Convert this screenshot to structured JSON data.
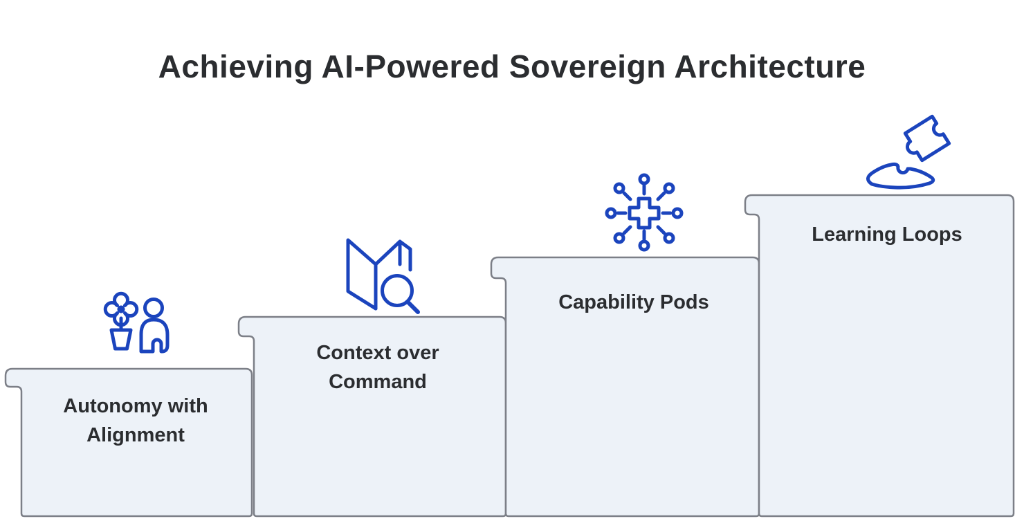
{
  "title": "Achieving AI-Powered Sovereign Architecture",
  "steps": [
    {
      "label": "Autonomy with Alignment",
      "icon": "flower-person-icon"
    },
    {
      "label": "Context over Command",
      "icon": "map-search-icon"
    },
    {
      "label": "Capability Pods",
      "icon": "hub-network-icon"
    },
    {
      "label": "Learning Loops",
      "icon": "puzzle-pieces-icon"
    }
  ],
  "colors": {
    "icon_accent": "#1b44bd",
    "step_fill": "#edf2f8",
    "step_border": "#7c7f87",
    "text": "#2b2d30",
    "background": "#ffffff"
  }
}
